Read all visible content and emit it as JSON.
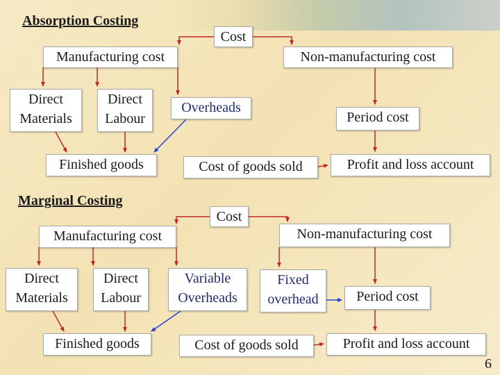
{
  "absorption": {
    "heading": "Absorption Costing",
    "cost": "Cost",
    "manufacturing_cost": "Manufacturing cost",
    "non_manufacturing_cost": "Non-manufacturing cost",
    "direct_materials": "Direct Materials",
    "direct_labour": "Direct Labour",
    "overheads": "Overheads",
    "period_cost": "Period cost",
    "finished_goods": "Finished goods",
    "cost_of_goods_sold": "Cost of goods sold",
    "profit_and_loss": "Profit and loss account"
  },
  "marginal": {
    "heading": "Marginal Costing",
    "cost": "Cost",
    "manufacturing_cost": "Manufacturing cost",
    "non_manufacturing_cost": "Non-manufacturing cost",
    "direct_materials": "Direct Materials",
    "direct_labour": "Direct Labour",
    "variable_overheads": "Variable Overheads",
    "fixed_overhead": "Fixed overhead",
    "period_cost": "Period cost",
    "finished_goods": "Finished goods",
    "cost_of_goods_sold": "Cost of goods sold",
    "profit_and_loss": "Profit and loss account"
  },
  "page_number": "6",
  "colors": {
    "arrow_red": "#c0282d",
    "arrow_blue": "#2b3fd1",
    "background": "#f4e5b8"
  }
}
